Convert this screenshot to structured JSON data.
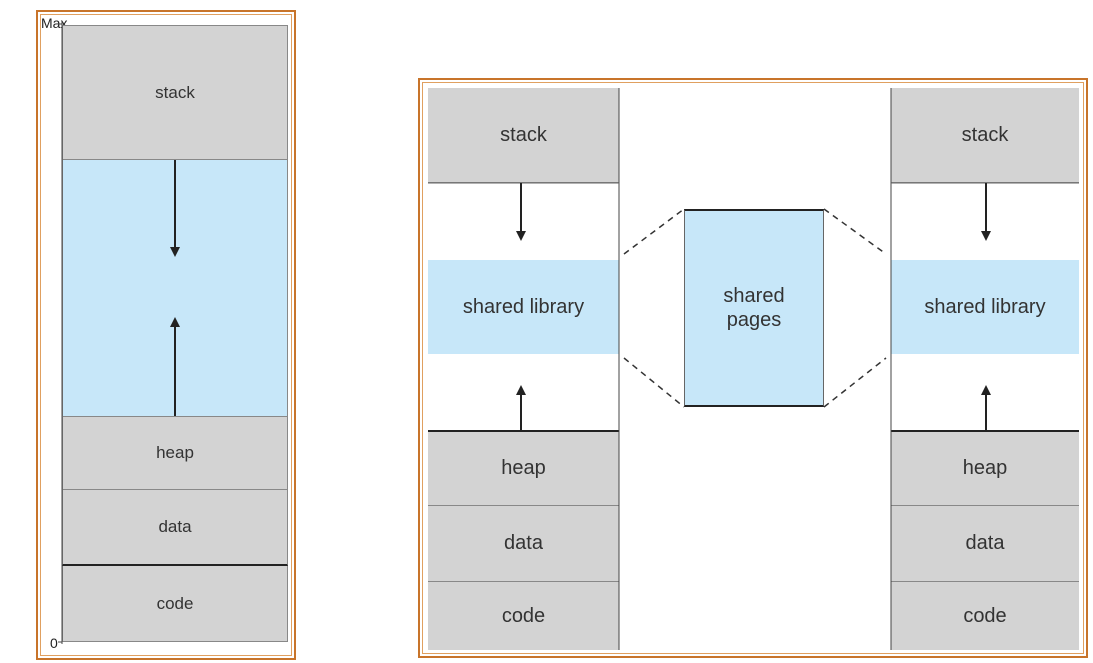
{
  "left_diagram": {
    "axis_max": "Max",
    "axis_zero": "0",
    "segments": {
      "stack": "stack",
      "heap": "heap",
      "data": "data",
      "code": "code"
    }
  },
  "process_left": {
    "stack": "stack",
    "shared_library": "shared library",
    "heap": "heap",
    "data": "data",
    "code": "code"
  },
  "shared_pages": "shared\npages",
  "process_right": {
    "stack": "stack",
    "shared_library": "shared library",
    "heap": "heap",
    "data": "data",
    "code": "code"
  },
  "colors": {
    "frame": "#c8742a",
    "segment_gray": "#d3d3d3",
    "shared_blue": "#c7e7f9",
    "line": "#222222"
  }
}
